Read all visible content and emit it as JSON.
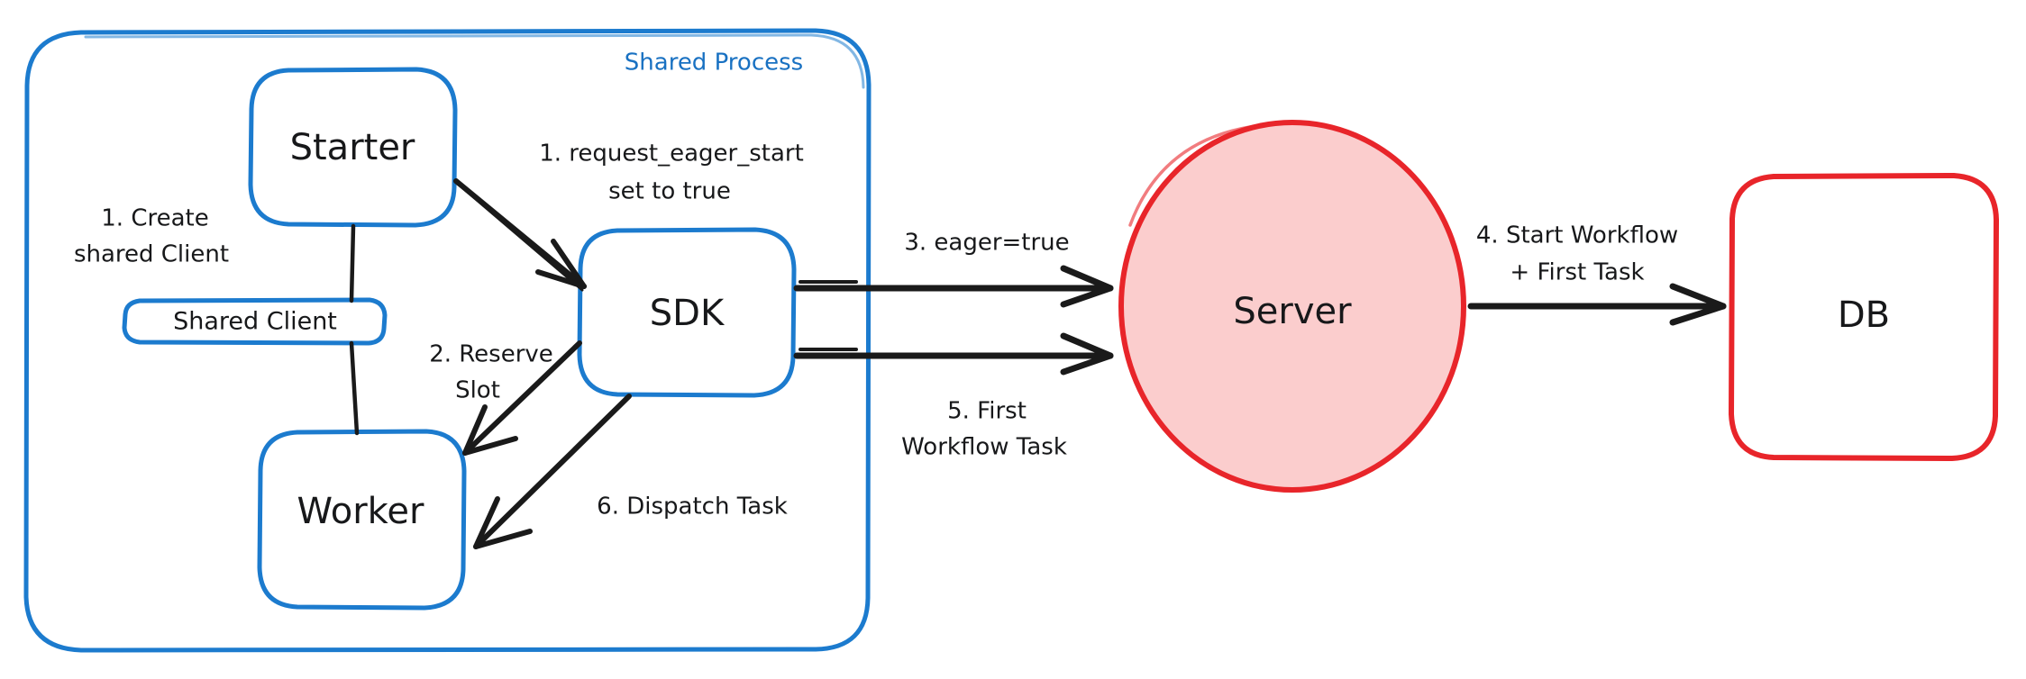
{
  "diagram": {
    "title": "Eager Workflow Start sequence",
    "background": "#ffffff",
    "palette": {
      "blue_fill": "#acdcfc",
      "blue_stroke": "#1c7bce",
      "blue_text": "#1971c2",
      "red_fill": "#fbcdcd",
      "red_stroke": "#e8252a",
      "arrow": "#1a1a1a",
      "text": "#17181a"
    }
  },
  "group": {
    "name": "shared-process",
    "label": "Shared Process"
  },
  "nodes": [
    {
      "id": "starter",
      "label": "Starter",
      "shape": "rounded-rect",
      "color": "blue"
    },
    {
      "id": "shared-client",
      "label": "Shared Client",
      "shape": "rounded-rect",
      "color": "blue"
    },
    {
      "id": "worker",
      "label": "Worker",
      "shape": "rounded-rect",
      "color": "blue"
    },
    {
      "id": "sdk",
      "label": "SDK",
      "shape": "rounded-rect",
      "color": "blue"
    },
    {
      "id": "server",
      "label": "Server",
      "shape": "ellipse",
      "color": "red"
    },
    {
      "id": "db",
      "label": "DB",
      "shape": "rounded-rect",
      "color": "red"
    }
  ],
  "edges": [
    {
      "id": "e1",
      "from": "starter",
      "to": "sdk",
      "label_lines": [
        "1. request_eager_start",
        "set to true"
      ]
    },
    {
      "id": "e1b",
      "from": "starter",
      "to": "worker",
      "label_lines": [
        "1. Create",
        "shared Client"
      ]
    },
    {
      "id": "e2",
      "from": "sdk",
      "to": "worker",
      "label_lines": [
        "2. Reserve",
        "Slot"
      ]
    },
    {
      "id": "e3",
      "from": "sdk",
      "to": "server",
      "label_lines": [
        "3. eager=true"
      ]
    },
    {
      "id": "e4",
      "from": "server",
      "to": "db",
      "label_lines": [
        "4. Start Workflow",
        "+ First Task"
      ]
    },
    {
      "id": "e5",
      "from": "server",
      "to": "sdk",
      "label_lines": [
        "5. First",
        "Workflow Task"
      ]
    },
    {
      "id": "e6",
      "from": "sdk",
      "to": "worker",
      "label_lines": [
        "6. Dispatch Task"
      ]
    }
  ],
  "labels": {
    "group_shared_process": "Shared Process",
    "node_starter": "Starter",
    "node_shared_client": "Shared Client",
    "node_worker": "Worker",
    "node_sdk": "SDK",
    "node_server": "Server",
    "node_db": "DB",
    "e1_line1": "1. request_eager_start",
    "e1_line2": "set to true",
    "e1b_line1": "1. Create",
    "e1b_line2": "shared Client",
    "e2_line1": "2. Reserve",
    "e2_line2": "Slot",
    "e3_line1": "3. eager=true",
    "e4_line1": "4. Start Workflow",
    "e4_line2": "+ First Task",
    "e5_line1": "5. First",
    "e5_line2": "Workflow Task",
    "e6_line1": "6. Dispatch Task"
  }
}
